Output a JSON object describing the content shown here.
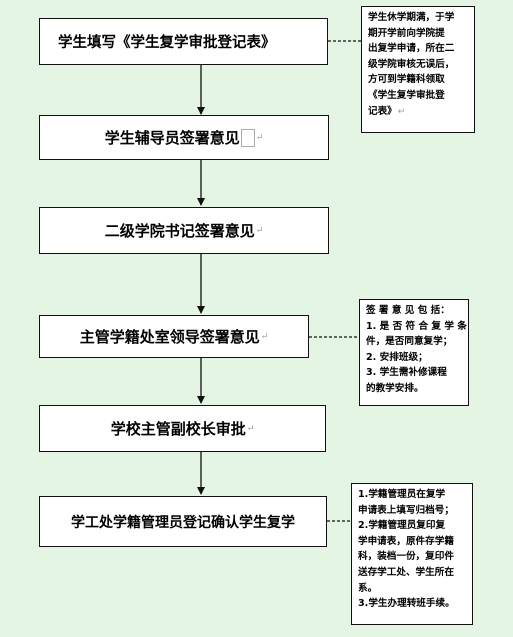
{
  "steps": [
    "学生填写《学生复学审批登记表》",
    "学生辅导员签署意见",
    "二级学院书记签署意见",
    "主管学籍处室领导签署意见",
    "学校主管副校长审批",
    "学工处学籍管理员登记确认学生复学"
  ],
  "notes": {
    "note1": [
      "学生休学期满，于学",
      "期开学前向学院提",
      "出复学申请，所在二",
      "级学院审核无误后，",
      "方可到学籍科领取",
      "《学生复学审批登",
      "记表》"
    ],
    "note2": [
      "签 署 意 见 包 括：",
      "1. 是 否 符 合 复 学 条",
      "件，是否同意复学；",
      "2. 安排班级；",
      "3. 学生需补修课程",
      "的教学安排。"
    ],
    "note3": [
      "1.学籍管理员在复学",
      "申请表上填写归档号；",
      "2.学籍管理员复印复",
      "学申请表，原件存学籍",
      "科，装档一份，复印件",
      "送存学工处、学生所在",
      "系。",
      "3.学生办理转班手续。"
    ]
  },
  "marks": {
    "return_mark": "↵"
  }
}
